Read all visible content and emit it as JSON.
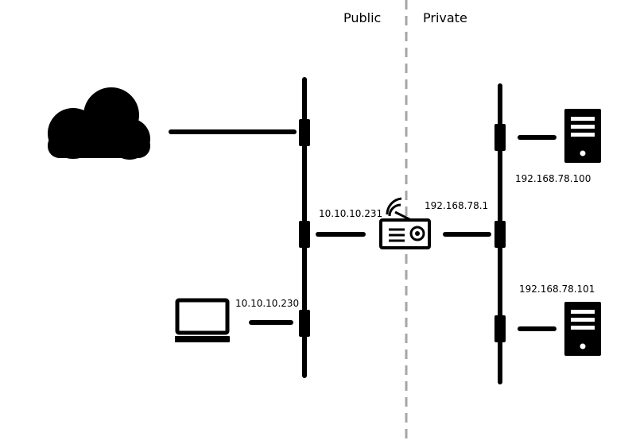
{
  "zones": {
    "public_label": "Public",
    "private_label": "Private"
  },
  "addresses": {
    "router_public": "10.10.10.231",
    "laptop": "10.10.10.230",
    "router_private": "192.168.78.1",
    "server_1": "192.168.78.100",
    "server_2": "192.168.78.101"
  },
  "icons": {
    "internet": "cloud-icon",
    "router": "router-icon",
    "laptop": "laptop-icon",
    "server_1": "server-icon",
    "server_2": "server-icon"
  },
  "colors": {
    "line": "#000000",
    "divider": "#a6a6a6",
    "background": "#ffffff"
  }
}
